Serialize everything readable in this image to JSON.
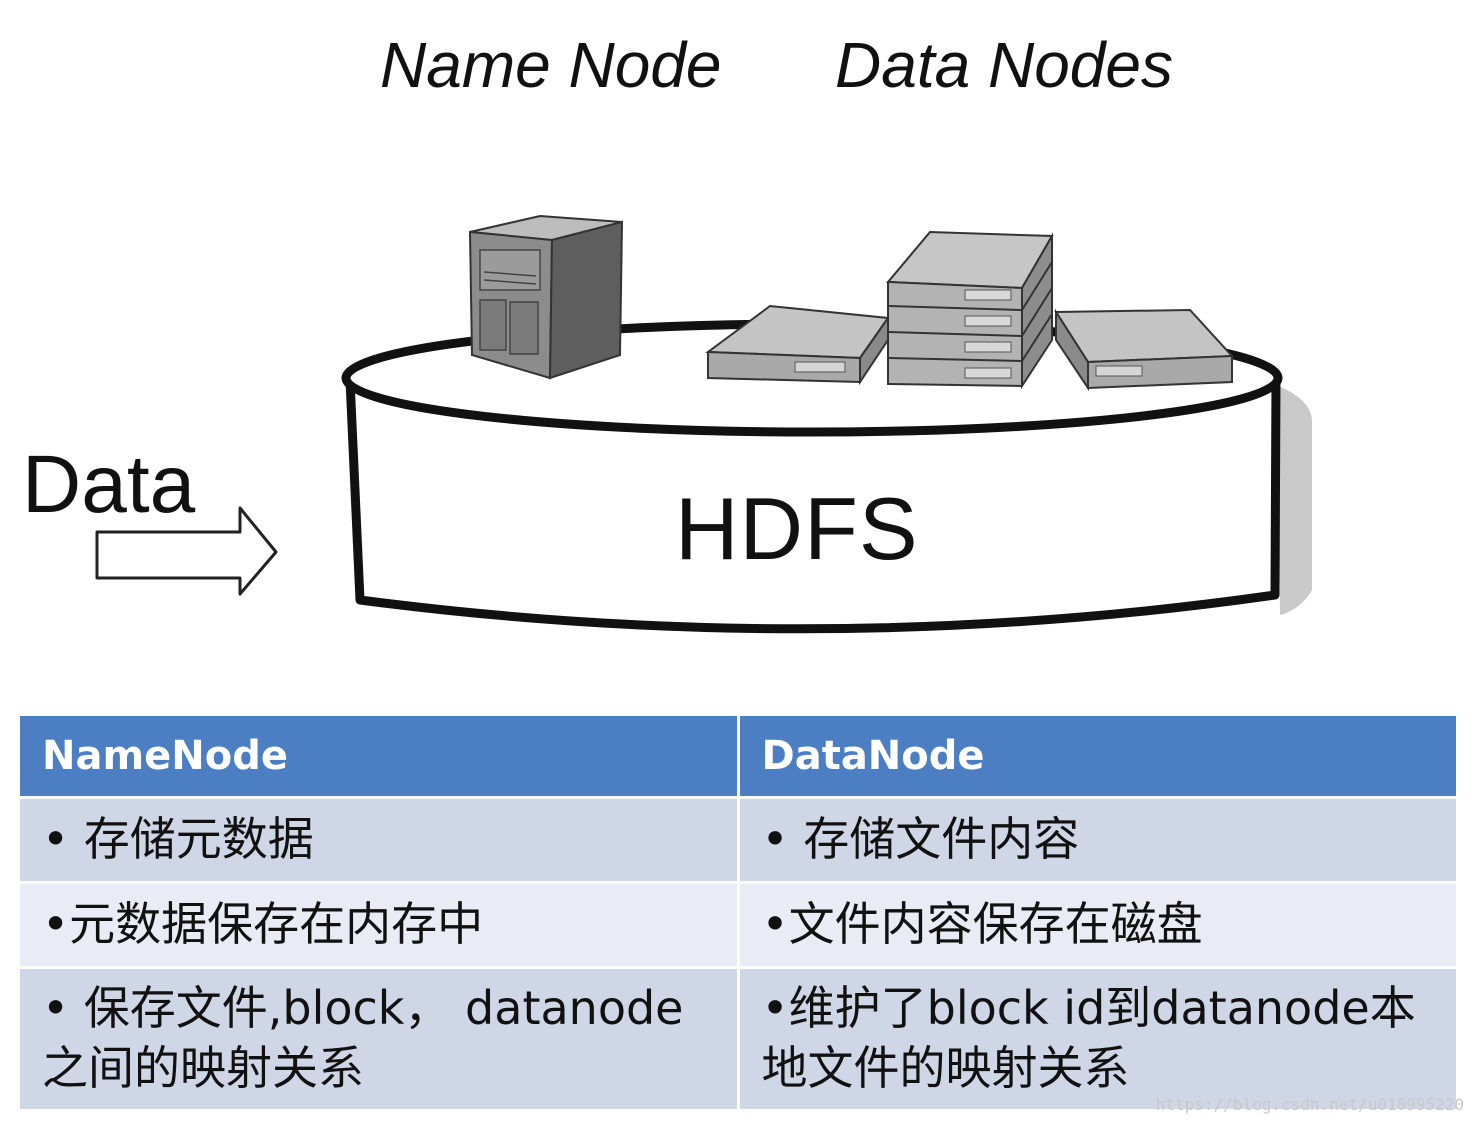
{
  "diagram": {
    "top_labels": {
      "name_node": "Name Node",
      "data_nodes": "Data Nodes"
    },
    "input_label": "Data",
    "center_label": "HDFS"
  },
  "table": {
    "headers": [
      "NameNode",
      "DataNode"
    ],
    "rows": [
      [
        "• 存储元数据",
        "• 存储文件内容"
      ],
      [
        "•元数据保存在内存中",
        "•文件内容保存在磁盘"
      ],
      [
        "• 保存文件,block， datanode之间的映射关系",
        "•维护了block id到datanode本地文件的映射关系"
      ]
    ]
  },
  "watermark": "https://blog.csdn.net/u010995220",
  "colors": {
    "header_bg": "#4b7ec3",
    "row_dark": "#cfd6e6",
    "row_light": "#e9ecf4"
  }
}
